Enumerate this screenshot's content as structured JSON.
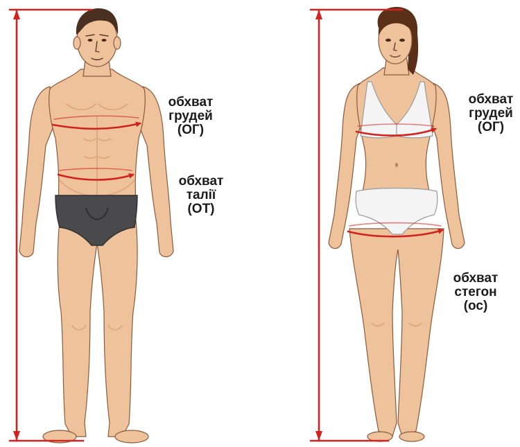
{
  "colors": {
    "measure_line": "#d0231f",
    "skin": "#eec29b",
    "skin_shade": "#dba47c",
    "skin_outline": "#8a5a3c",
    "male_hair": "#4a3020",
    "female_hair": "#5a3018",
    "male_briefs": "#4a4a4c",
    "female_underwear": "#f4f4f4",
    "label_text": "#1a1a1a"
  },
  "labels": {
    "male_chest": [
      "обхват",
      "грудей",
      "(ОГ)"
    ],
    "male_waist": [
      "обхват",
      "талії",
      "(ОТ)"
    ],
    "female_chest": [
      "обхват",
      "грудей",
      "(ОГ)"
    ],
    "female_hips": [
      "обхват",
      "стегон",
      "(ос)"
    ]
  }
}
